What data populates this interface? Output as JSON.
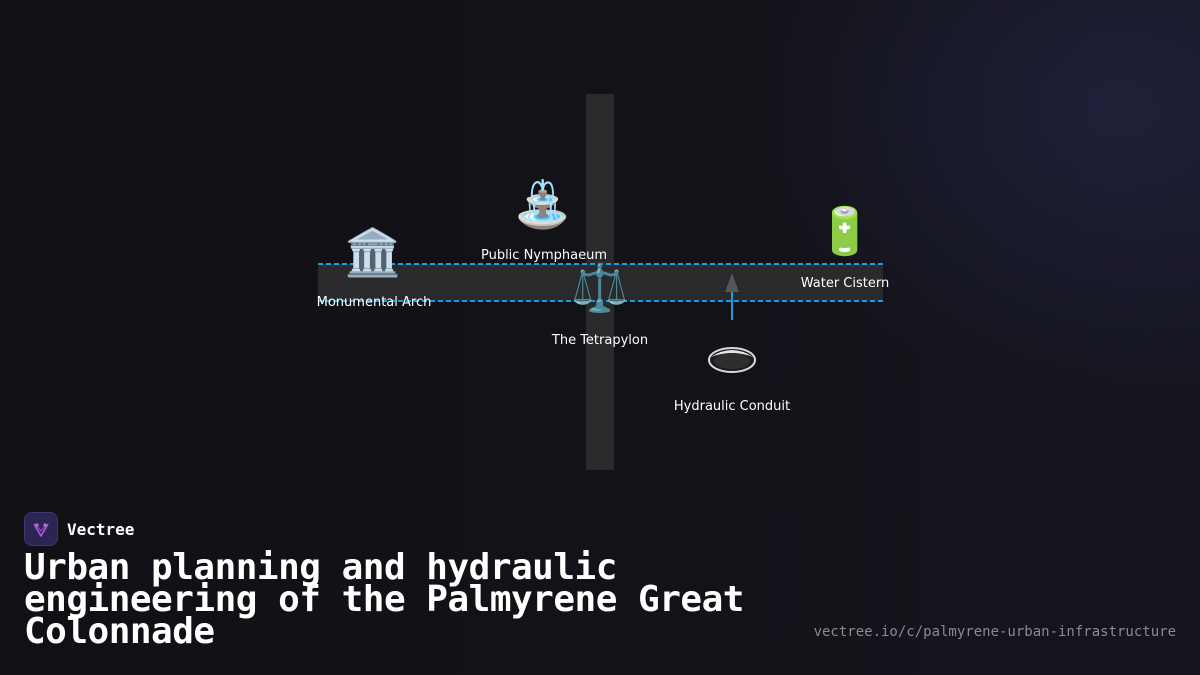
{
  "diagram": {
    "nodes": {
      "monumental_arch": {
        "label": "Monumental Arch",
        "icon": "classical-building-icon",
        "glyph": "🏛️"
      },
      "public_nymphaeum": {
        "label": "Public Nymphaeum",
        "icon": "fountain-icon",
        "glyph": "⛲"
      },
      "the_tetrapylon": {
        "label": "The Tetrapylon",
        "icon": "balance-scale-icon",
        "glyph": "⚖️"
      },
      "water_cistern": {
        "label": "Water Cistern",
        "icon": "battery-icon",
        "glyph": "🔋"
      },
      "hydraulic_conduit": {
        "label": "Hydraulic Conduit",
        "icon": "conduit-disc-icon"
      }
    },
    "colors": {
      "road": "#2a2a2c",
      "pipe": "#1e9be0",
      "arrow": "#55565a"
    }
  },
  "brand": {
    "name": "Vectree",
    "logo_color": "#2a2552",
    "accent": "#b35ad8"
  },
  "title": "Urban planning and hydraulic engineering of the Palmyrene Great Colonnade",
  "url": "vectree.io/c/palmyrene-urban-infrastructure"
}
